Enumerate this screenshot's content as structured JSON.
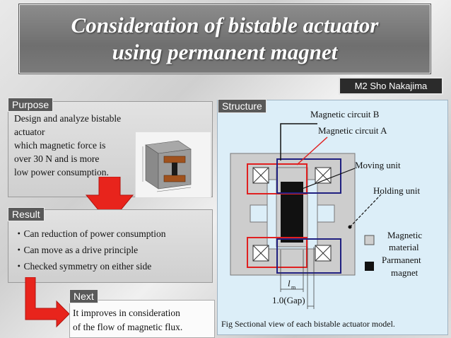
{
  "title": {
    "line1": "Consideration of bistable actuator",
    "line2": "using permanent magnet"
  },
  "author": "M2  Sho Nakajima",
  "purpose": {
    "tab": "Purpose",
    "lines": [
      "Design and analyze bistable actuator",
      "which magnetic force is",
      "over 30 N and is more",
      "low power consumption."
    ]
  },
  "result": {
    "tab": "Result",
    "items": [
      "・Can reduction of power consumption",
      "・Can move as a drive principle",
      "・Checked symmetry on either side"
    ]
  },
  "next": {
    "tab": "Next",
    "lines": [
      "It improves in consideration",
      "of the flow of magnetic flux."
    ]
  },
  "structure": {
    "tab": "Structure",
    "labels": {
      "circuit_b": "Magnetic circuit B",
      "circuit_a": "Magnetic circuit A",
      "moving_unit": "Moving unit",
      "holding_unit": "Holding unit",
      "lm": "l",
      "lm_sub": "m",
      "gap": "1.0(Gap)"
    },
    "legend": {
      "magnetic_material": [
        "Magnetic",
        "material"
      ],
      "permanent_magnet": [
        "Parmanent",
        "magnet"
      ]
    },
    "caption": "Fig  Sectional view of each bistable actuator model."
  },
  "colors": {
    "circuit_a": "#e02020",
    "circuit_b": "#202080",
    "arrow": "#e8241c",
    "magnet": "#111111",
    "material": "#cfcfcf"
  }
}
